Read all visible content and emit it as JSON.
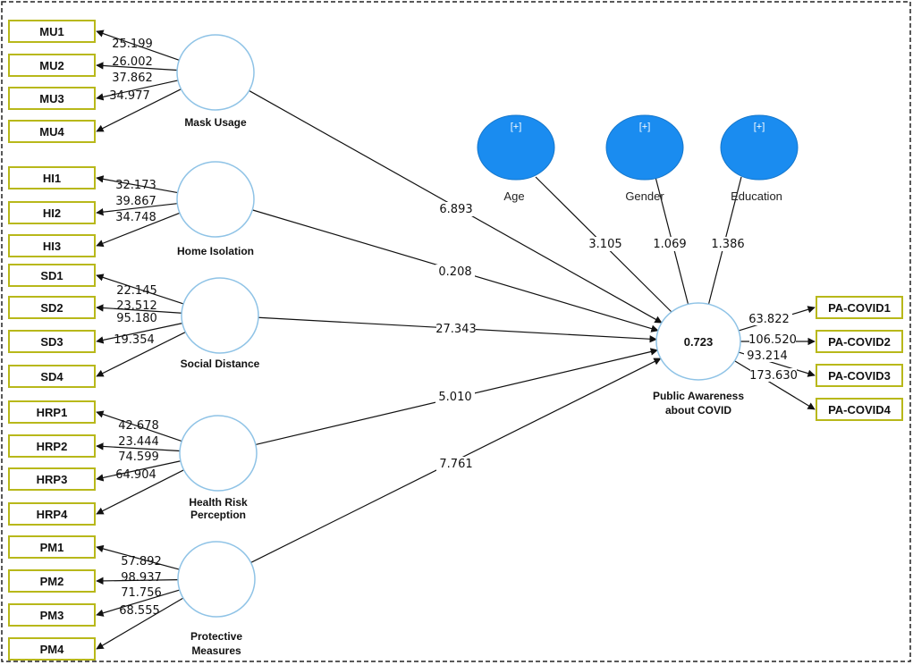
{
  "constructs": [
    {
      "id": "mu",
      "label": [
        "Mask Usage"
      ],
      "indicators": [
        "MU1",
        "MU2",
        "MU3",
        "MU4"
      ],
      "loadings": [
        "25.199",
        "26.002",
        "37.862",
        "34.977"
      ],
      "path_coef": "6.893"
    },
    {
      "id": "hi",
      "label": [
        "Home Isolation"
      ],
      "indicators": [
        "HI1",
        "HI2",
        "HI3"
      ],
      "loadings": [
        "32.173",
        "39.867",
        "34.748"
      ],
      "path_coef": "0.208"
    },
    {
      "id": "sd",
      "label": [
        "Social Distance"
      ],
      "indicators": [
        "SD1",
        "SD2",
        "SD3",
        "SD4"
      ],
      "loadings": [
        "22.145",
        "23.512",
        "95.180",
        "19.354"
      ],
      "path_coef": "27.343"
    },
    {
      "id": "hrp",
      "label": [
        "Health Risk",
        "Perception"
      ],
      "indicators": [
        "HRP1",
        "HRP2",
        "HRP3",
        "HRP4"
      ],
      "loadings": [
        "42.678",
        "23.444",
        "74.599",
        "64.904"
      ],
      "path_coef": "5.010"
    },
    {
      "id": "pm",
      "label": [
        "Protective",
        "Measures"
      ],
      "indicators": [
        "PM1",
        "PM2",
        "PM3",
        "PM4"
      ],
      "loadings": [
        "57.892",
        "98.937",
        "71.756",
        "68.555"
      ],
      "path_coef": "7.761"
    }
  ],
  "moderators": [
    {
      "id": "age",
      "label": "Age",
      "symbol": "[+]",
      "coef": "3.105"
    },
    {
      "id": "gender",
      "label": "Gender",
      "symbol": "[+]",
      "coef": "1.069"
    },
    {
      "id": "education",
      "label": "Education",
      "symbol": "[+]",
      "coef": "1.386"
    }
  ],
  "target": {
    "label": [
      "Public Awareness",
      "about COVID"
    ],
    "r_squared": "0.723",
    "indicators": [
      "PA-COVID1",
      "PA-COVID2",
      "PA-COVID3",
      "PA-COVID4"
    ],
    "loadings": [
      "63.822",
      "106.520",
      "93.214",
      "173.630"
    ]
  },
  "colors": {
    "indicator_border": "#b8b81a",
    "construct_border": "#8fc3e6",
    "moderator_fill": "#1a8cf0"
  }
}
